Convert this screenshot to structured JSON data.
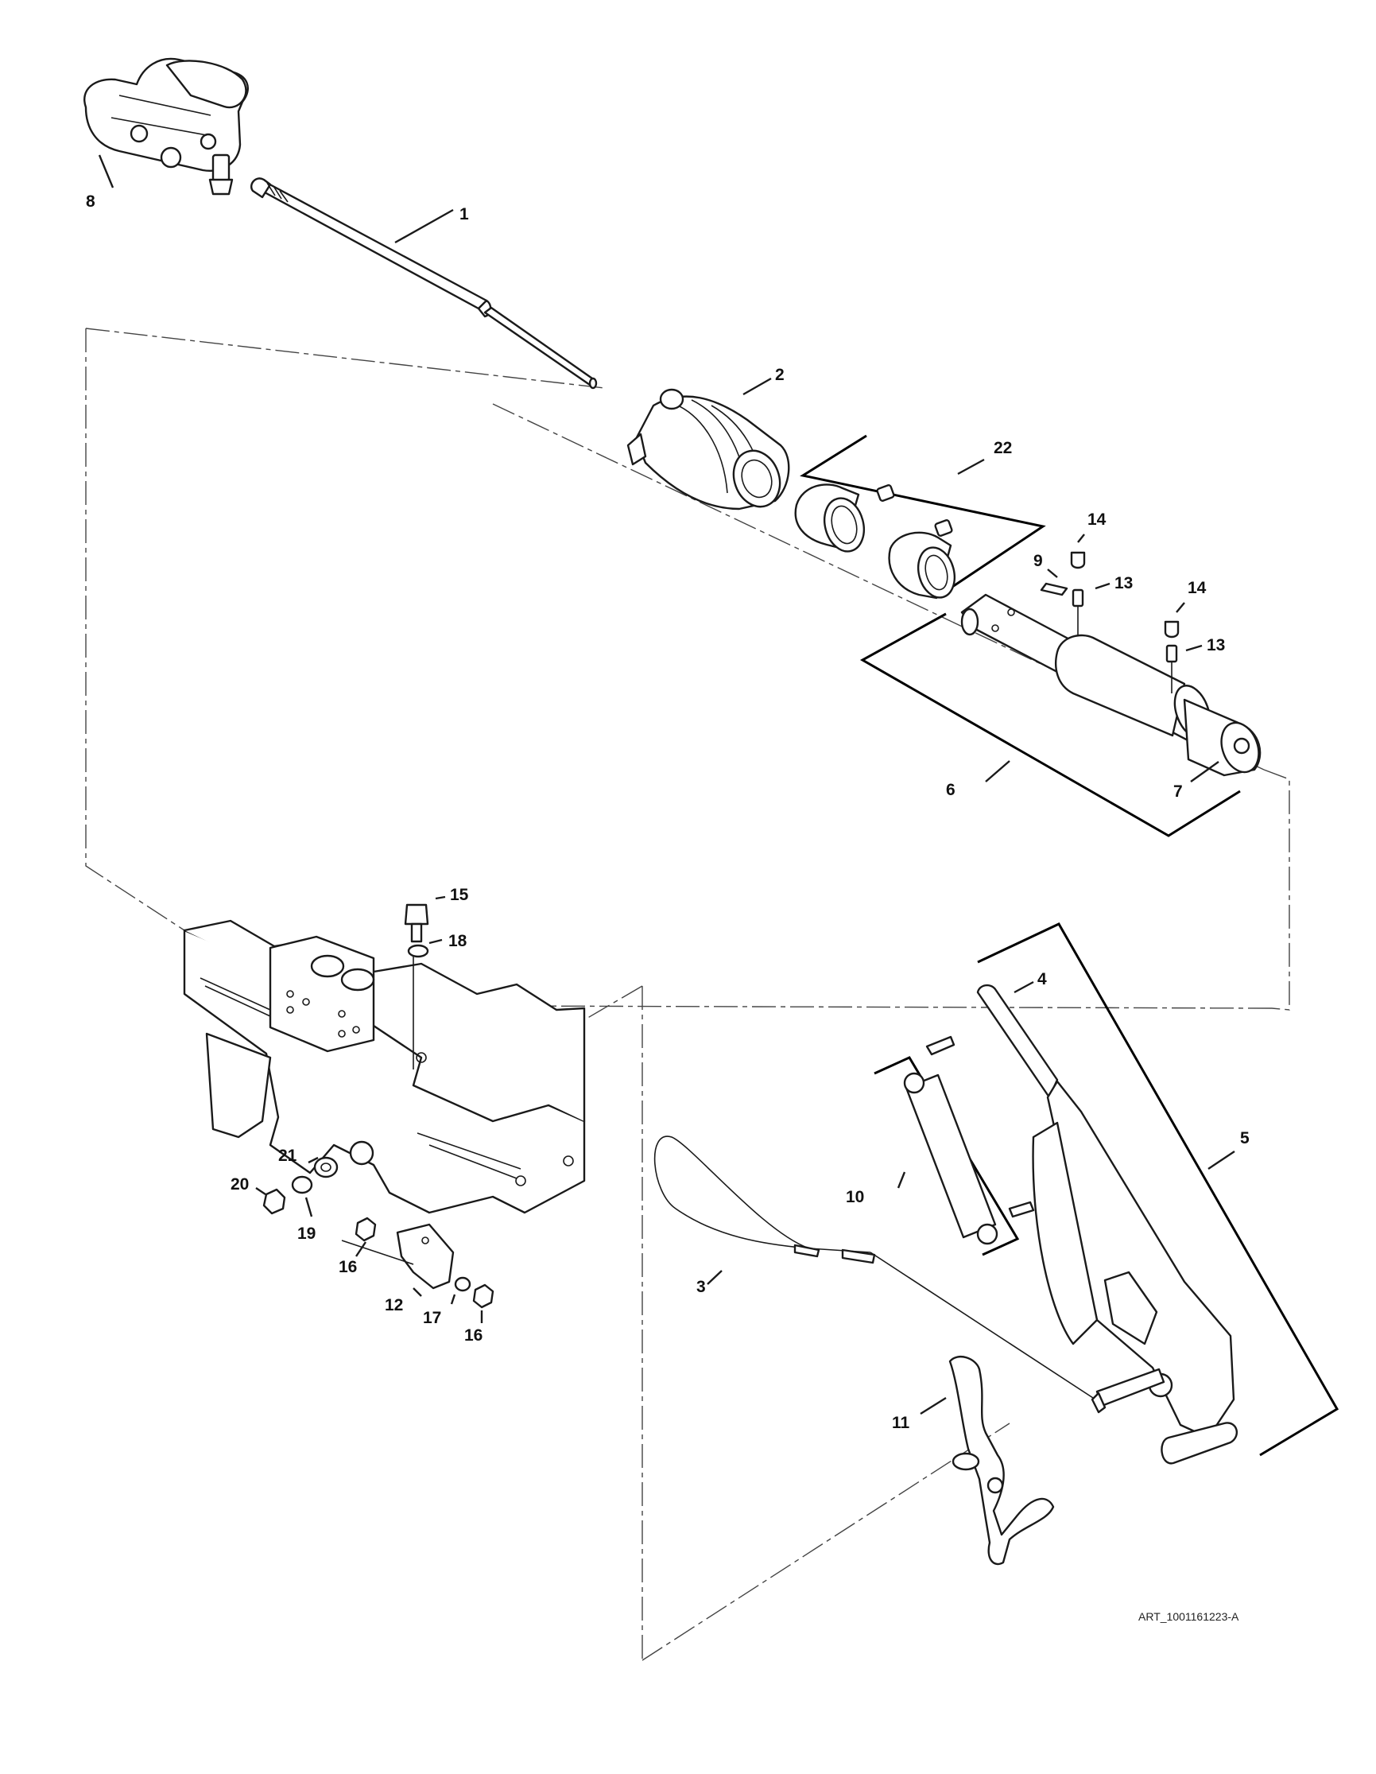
{
  "figure": {
    "art_reference": "ART_1001161223-A"
  },
  "callouts": [
    {
      "id": "c1",
      "label": "1"
    },
    {
      "id": "c2",
      "label": "2"
    },
    {
      "id": "c3",
      "label": "3"
    },
    {
      "id": "c4",
      "label": "4"
    },
    {
      "id": "c5",
      "label": "5"
    },
    {
      "id": "c6",
      "label": "6"
    },
    {
      "id": "c7",
      "label": "7"
    },
    {
      "id": "c8",
      "label": "8"
    },
    {
      "id": "c9",
      "label": "9"
    },
    {
      "id": "c10",
      "label": "10"
    },
    {
      "id": "c11",
      "label": "11"
    },
    {
      "id": "c12",
      "label": "12"
    },
    {
      "id": "c13a",
      "label": "13"
    },
    {
      "id": "c13b",
      "label": "13"
    },
    {
      "id": "c14a",
      "label": "14"
    },
    {
      "id": "c14b",
      "label": "14"
    },
    {
      "id": "c15",
      "label": "15"
    },
    {
      "id": "c16a",
      "label": "16"
    },
    {
      "id": "c16b",
      "label": "16"
    },
    {
      "id": "c17",
      "label": "17"
    },
    {
      "id": "c18",
      "label": "18"
    },
    {
      "id": "c19",
      "label": "19"
    },
    {
      "id": "c20",
      "label": "20"
    },
    {
      "id": "c21",
      "label": "21"
    },
    {
      "id": "c22",
      "label": "22"
    }
  ]
}
